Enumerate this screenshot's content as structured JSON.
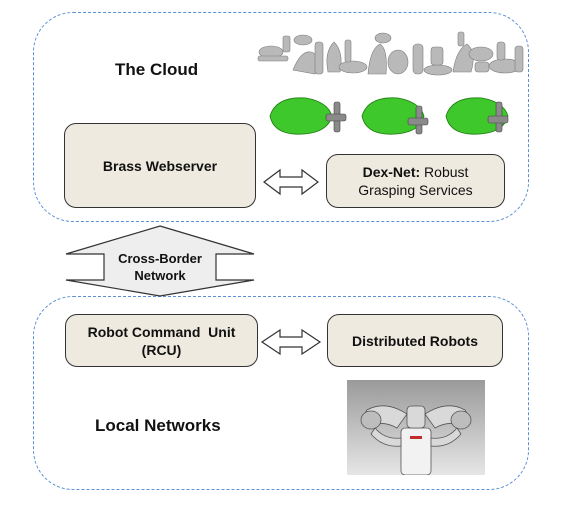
{
  "cloud": {
    "label": "The Cloud"
  },
  "local": {
    "label": "Local Networks"
  },
  "brass": {
    "label": "Brass Webserver"
  },
  "dexnet": {
    "title": "Dex-Net:",
    "rest_line1": "Robust",
    "line2": "Grasping Services"
  },
  "network": {
    "line1": "Cross-Border",
    "line2": "Network"
  },
  "rcu": {
    "line1": "Robot Command  Unit",
    "line2": "(RCU)"
  },
  "robots": {
    "label": "Distributed Robots"
  },
  "colors": {
    "region_border": "#5b8fd6",
    "box_fill": "#efeadf",
    "grasp_green": "#3ec82b"
  }
}
